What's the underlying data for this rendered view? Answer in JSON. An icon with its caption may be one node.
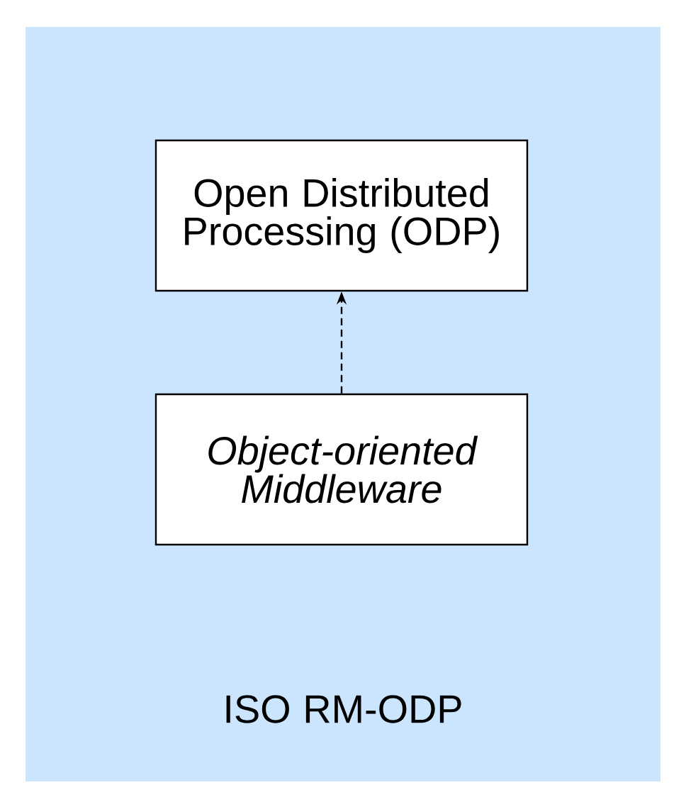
{
  "diagram": {
    "nodes": [
      {
        "text": [
          "ISO RM-ODP"
        ]
      },
      {
        "text": [
          "Open Distributed Processing (ODP)"
        ],
        "in": 0
      },
      {
        "text": [
          "Object-oriented Middleware"
        ],
        "in": 0
      }
    ],
    "edges": [
      {
        "from": 2,
        "to": 1,
        "arrow": "to",
        "style": "dashed"
      }
    ]
  }
}
